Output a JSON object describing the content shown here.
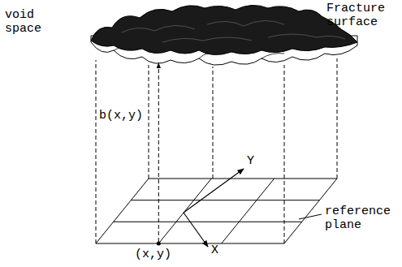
{
  "diagram": {
    "labels": [
      "void space",
      "Fracture surface",
      "b(x,y)",
      "Y",
      "reference plane",
      "(x,y)",
      "X"
    ]
  }
}
